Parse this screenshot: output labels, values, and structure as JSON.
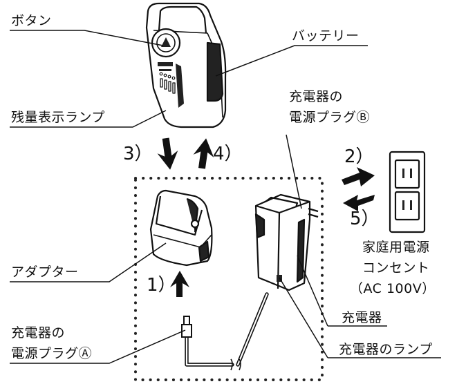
{
  "labels": {
    "button": "ボタン",
    "battery": "バッテリー",
    "indicator": "残量表示ランプ",
    "charger_plug_b_line1": "充電器の",
    "charger_plug_b_line2": "電源プラグⒷ",
    "adapter": "アダプター",
    "outlet_line1": "家庭用電源",
    "outlet_line2": "コンセント",
    "outlet_line3": "（AC 100V）",
    "charger": "充電器",
    "charger_plug_a_line1": "充電器の",
    "charger_plug_a_line2": "電源プラグⒶ",
    "charger_lamp": "充電器のランプ"
  },
  "steps": {
    "s1": "1）",
    "s2": "2）",
    "s3": "3）",
    "s4": "4）",
    "s5": "5）"
  }
}
